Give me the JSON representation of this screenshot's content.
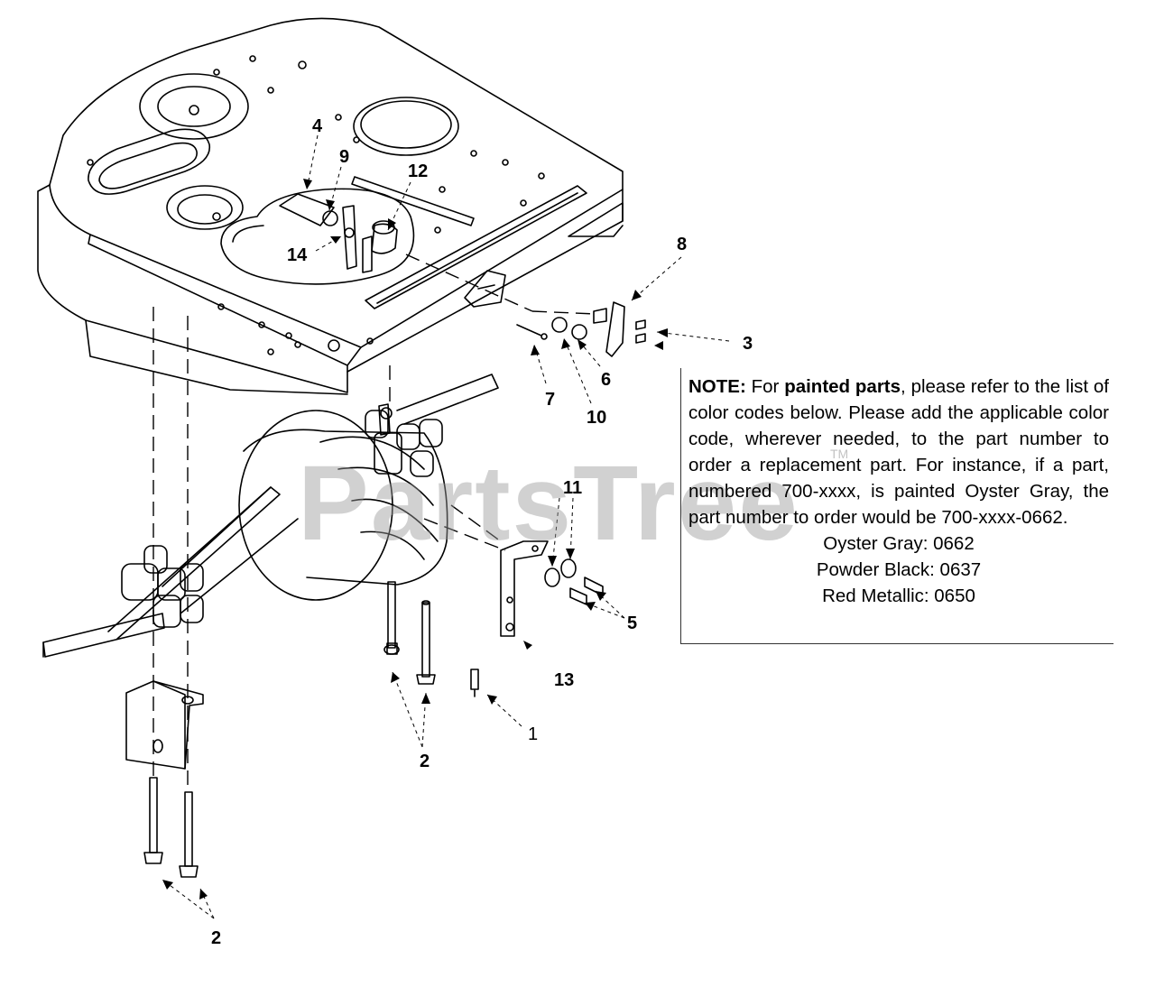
{
  "watermark": "PartsTree",
  "watermark_tm": "TM",
  "callouts": {
    "c1": "1",
    "c2a": "2",
    "c2b": "2",
    "c3": "3",
    "c4": "4",
    "c5": "5",
    "c6": "6",
    "c7": "7",
    "c8": "8",
    "c9": "9",
    "c10": "10",
    "c11": "11",
    "c12": "12",
    "c13": "13",
    "c14": "14"
  },
  "note": {
    "label": "NOTE:",
    "text_1": " For ",
    "emphasis": "painted parts",
    "text_2": ", please refer to the list of color codes below. Please add the applicable color code, wherever needed, to the part number to order a replacement part. For instance, if a part, numbered 700-xxxx, is painted Oyster Gray,  the part number to order would be 700-xxxx-0662.",
    "colors": [
      "Oyster Gray:  0662",
      "Powder Black: 0637",
      "Red Metallic: 0650"
    ]
  }
}
